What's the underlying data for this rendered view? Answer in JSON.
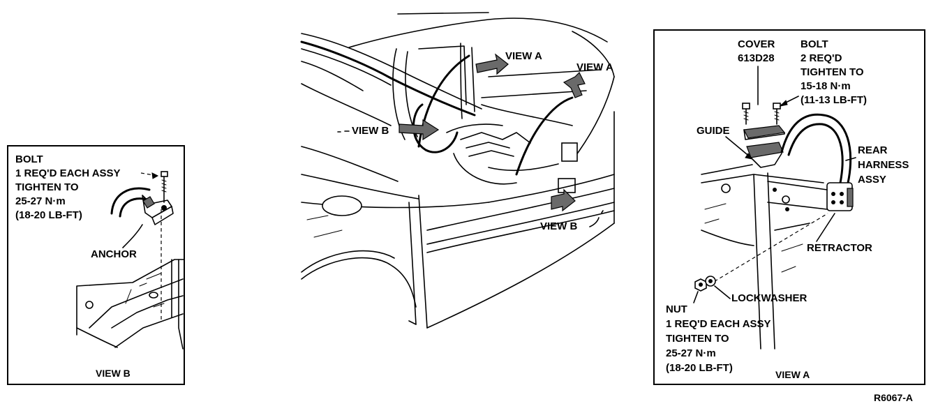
{
  "view_b": {
    "bolt_lines": [
      "BOLT",
      "1 REQ'D EACH ASSY",
      "TIGHTEN TO",
      "25-27 N·m",
      "(18-20 LB-FT)"
    ],
    "anchor": "ANCHOR",
    "caption": "VIEW B"
  },
  "main": {
    "view_a_left": "VIEW A",
    "view_a_right": "VIEW A",
    "view_b_left": "VIEW B",
    "view_b_bottom": "VIEW B"
  },
  "view_a": {
    "cover_lines": [
      "COVER",
      "613D28"
    ],
    "bolt_lines": [
      "BOLT",
      "2 REQ'D",
      "TIGHTEN TO",
      "15-18 N·m",
      "(11-13 LB-FT)"
    ],
    "guide": "GUIDE",
    "rear_harness_lines": [
      "REAR",
      "HARNESS",
      "ASSY"
    ],
    "retractor": "RETRACTOR",
    "lockwasher": "LOCKWASHER",
    "nut_lines": [
      "NUT",
      "1 REQ'D EACH ASSY",
      "TIGHTEN TO",
      "25-27 N·m",
      "(18-20 LB-FT)"
    ],
    "caption": "VIEW A"
  },
  "figure_id": "R6067-A"
}
